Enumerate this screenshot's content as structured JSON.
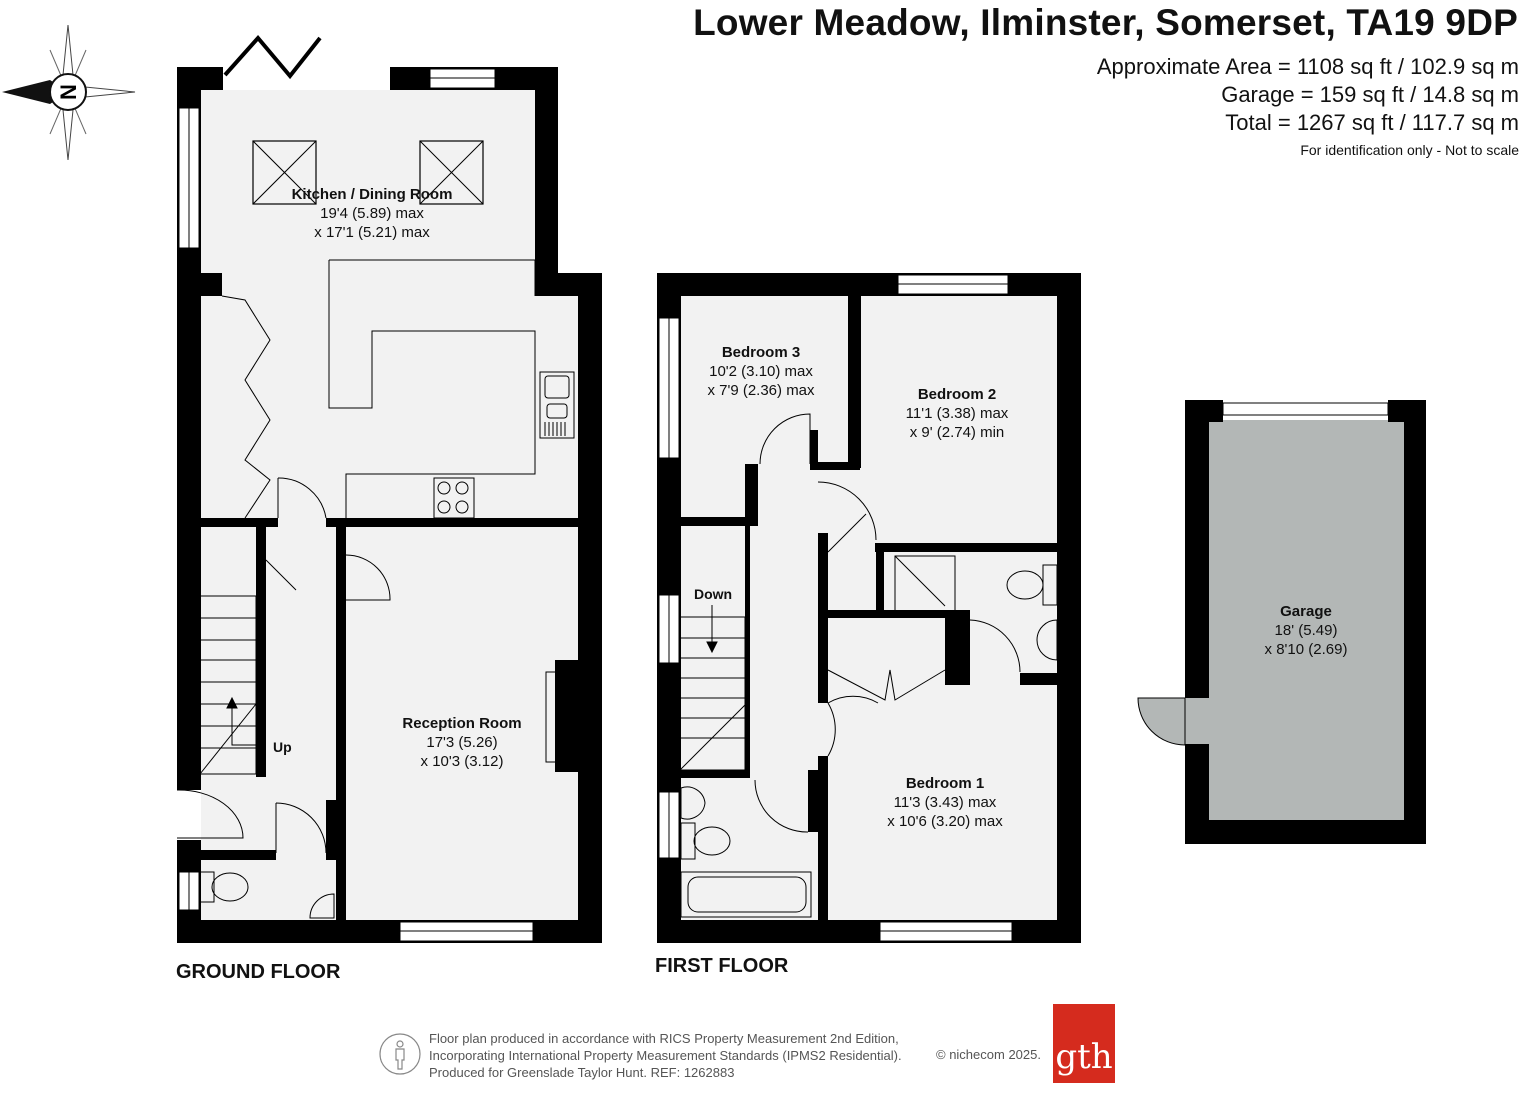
{
  "header": {
    "title": "Lower Meadow, Ilminster, Somerset, TA19 9DP",
    "approx_area": "Approximate Area = 1108 sq ft / 102.9 sq m",
    "garage_area": "Garage = 159 sq ft / 14.8 sq m",
    "total_area": "Total = 1267 sq ft / 117.7 sq m",
    "disclaimer": "For identification only - Not to scale"
  },
  "compass": {
    "letter": "N",
    "icon": "compass-rose-icon"
  },
  "ground_floor": {
    "label": "GROUND FLOOR",
    "rooms": {
      "kitchen": {
        "name": "Kitchen / Dining Room",
        "dim1": "19'4 (5.89) max",
        "dim2": "x 17'1 (5.21) max"
      },
      "reception": {
        "name": "Reception Room",
        "dim1": "17'3 (5.26)",
        "dim2": "x 10'3 (3.12)"
      }
    },
    "stairs_label": "Up"
  },
  "first_floor": {
    "label": "FIRST FLOOR",
    "rooms": {
      "bedroom3": {
        "name": "Bedroom 3",
        "dim1": "10'2 (3.10) max",
        "dim2": "x 7'9 (2.36) max"
      },
      "bedroom2": {
        "name": "Bedroom 2",
        "dim1": "11'1 (3.38) max",
        "dim2": "x 9' (2.74) min"
      },
      "bedroom1": {
        "name": "Bedroom 1",
        "dim1": "11'3 (3.43) max",
        "dim2": "x 10'6 (3.20) max"
      }
    },
    "stairs_label": "Down"
  },
  "garage": {
    "name": "Garage",
    "dim1": "18' (5.49)",
    "dim2": "x 8'10 (2.69)"
  },
  "footer": {
    "line1": "Floor plan produced in accordance with RICS Property Measurement 2nd Edition,",
    "line2": "Incorporating International Property Measurement Standards (IPMS2 Residential).",
    "line3": "Produced for Greenslade Taylor Hunt.   REF:  1262883",
    "copyright": "© nichecom 2025.",
    "logo_text": "gth",
    "logo_color": "#d52b1e",
    "person_icon": "person-icon"
  },
  "colors": {
    "wall": "#000000",
    "floor": "#f2f2f2",
    "garage_floor": "#b3b7b6"
  }
}
